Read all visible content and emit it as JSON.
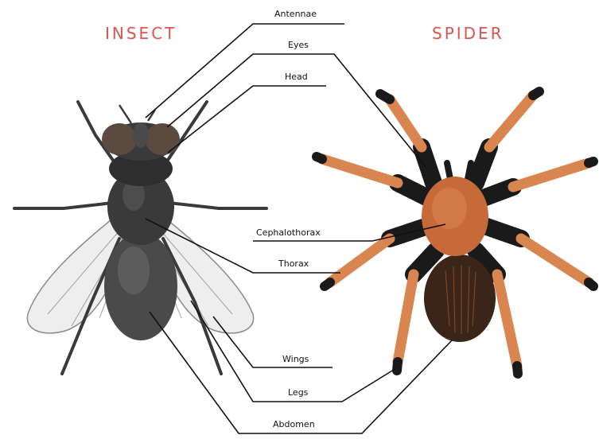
{
  "insect_title": "INSECT",
  "spider_title": "SPIDER",
  "labels": {
    "antennae": "Antennae",
    "eyes": "Eyes",
    "head": "Head",
    "cephalothorax": "Cephalothorax",
    "thorax": "Thorax",
    "wings": "Wings",
    "legs": "Legs",
    "abdomen": "Abdomen"
  },
  "colors": {
    "title": "#d9534f",
    "insect_body": "#3a3a3a",
    "insect_eyes": "#5a4a40",
    "wing_fill": "#eeeeee",
    "spider_body": "#c66a3a",
    "spider_leg_dark": "#1a1a1a",
    "spider_leg_orange": "#d98550",
    "spider_abdomen": "#3b2418",
    "leader_line": "#111111"
  }
}
